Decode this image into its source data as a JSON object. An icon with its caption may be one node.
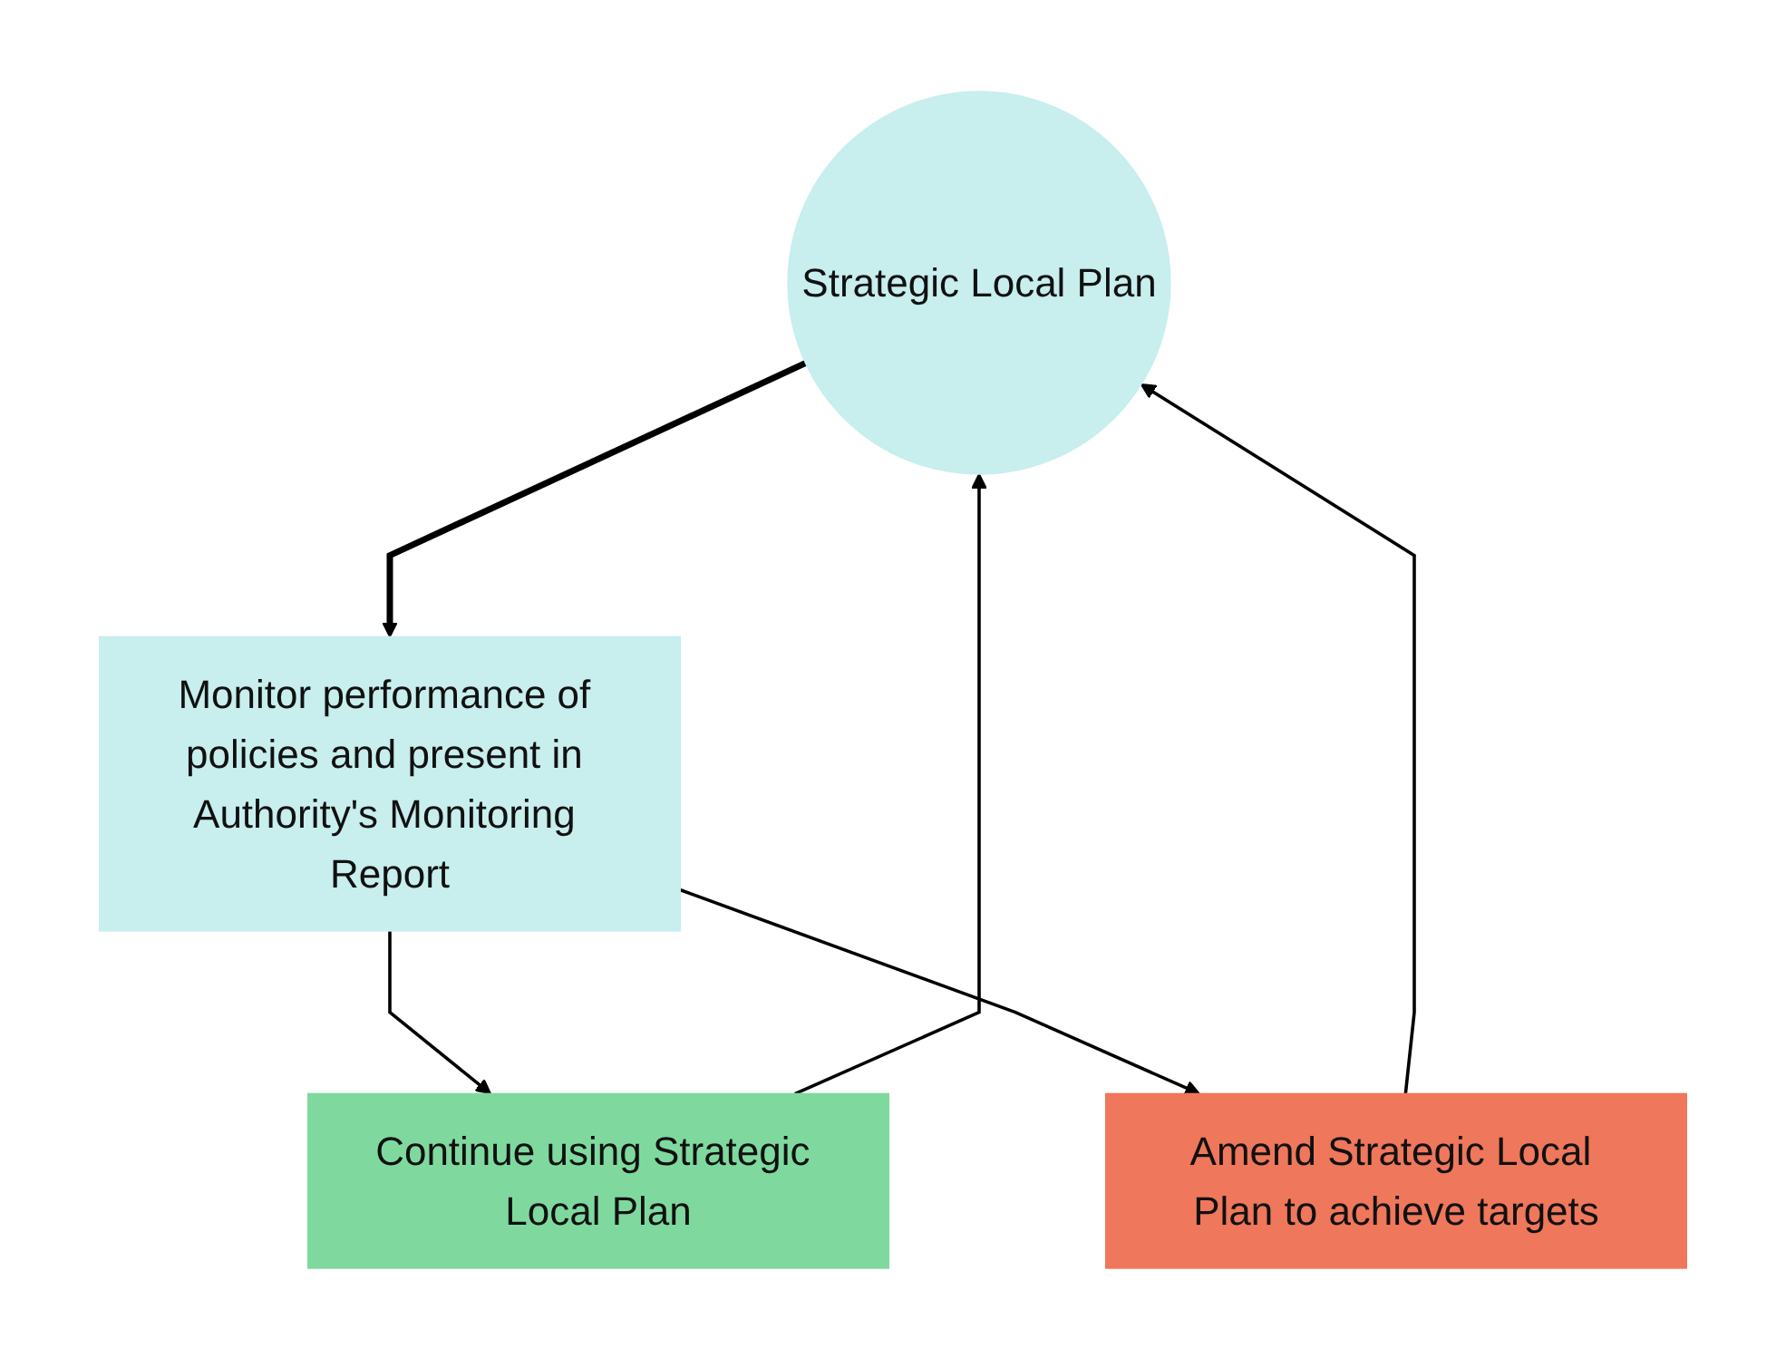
{
  "diagram": {
    "nodes": [
      {
        "text": [
          "Strategic Local Plan"
        ]
      },
      {
        "text": [
          "Monitor performance of policies and present in Authority's Monitoring Report"
        ]
      },
      {
        "text": [
          "Continue using Strategic Local Plan"
        ]
      },
      {
        "text": [
          "Amend Strategic Local Plan to achieve targets"
        ]
      }
    ],
    "edges": [
      {
        "from": 0,
        "to": 1,
        "arrow": "to",
        "style": "thick"
      },
      {
        "from": 1,
        "to": 2,
        "arrow": "to"
      },
      {
        "from": 1,
        "to": 3,
        "arrow": "to"
      },
      {
        "from": 2,
        "to": 0,
        "arrow": "to"
      },
      {
        "from": 3,
        "to": 0,
        "arrow": "to"
      }
    ]
  }
}
